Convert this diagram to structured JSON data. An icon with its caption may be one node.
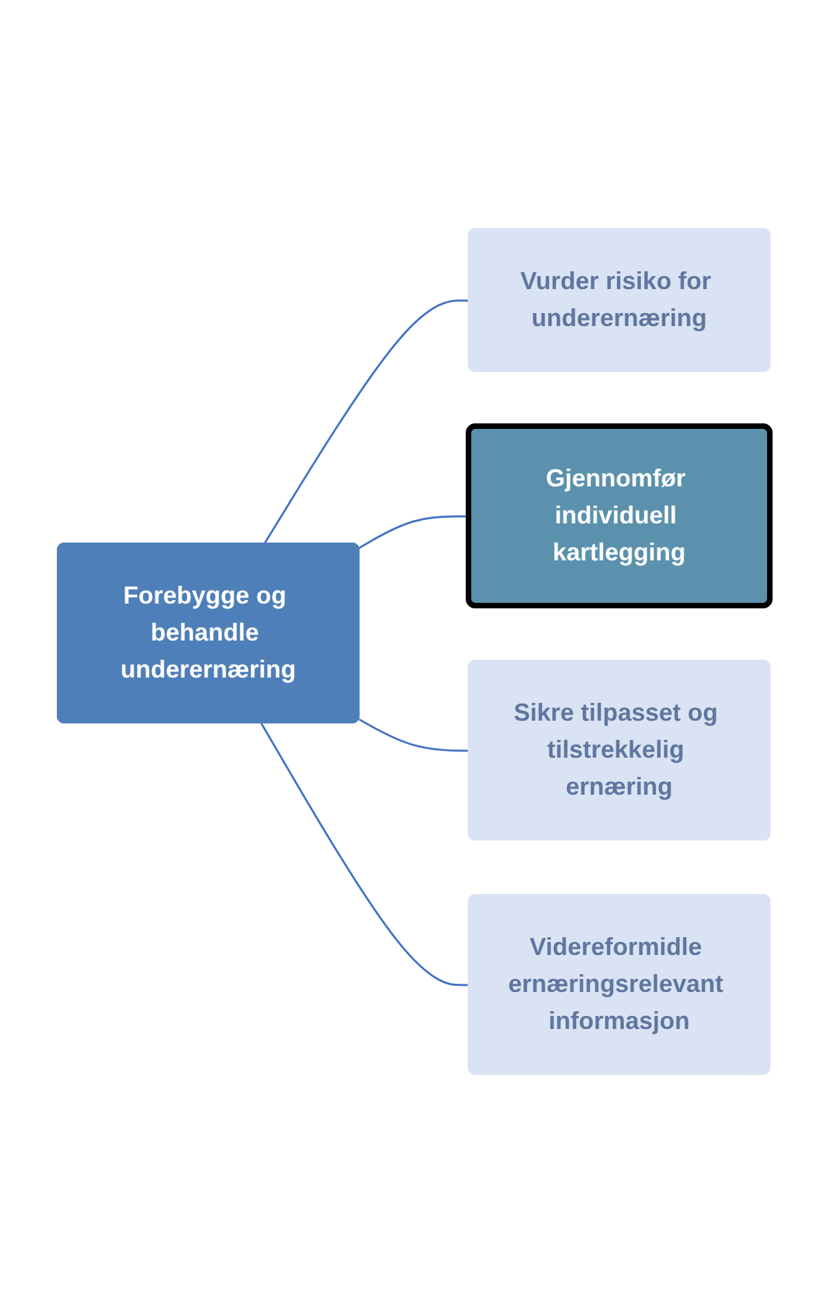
{
  "diagram": {
    "nodes": [
      {
        "text": [
          "Forebygge og behandle underernæring"
        ]
      },
      {
        "text": [
          "Vurder risiko for underernæring"
        ]
      },
      {
        "text": [
          "Gjennomfør individuell kartlegging"
        ]
      },
      {
        "text": [
          "Sikre tilpasset og tilstrekkelig ernæring"
        ]
      },
      {
        "text": [
          "Videreformidle ernæringsrelevant informasjon"
        ]
      }
    ],
    "edges": [
      {
        "from": 0,
        "to": 1,
        "arrow": "none"
      },
      {
        "from": 0,
        "to": 2,
        "arrow": "none"
      },
      {
        "from": 0,
        "to": 3,
        "arrow": "none"
      },
      {
        "from": 0,
        "to": 4,
        "arrow": "none"
      }
    ]
  }
}
